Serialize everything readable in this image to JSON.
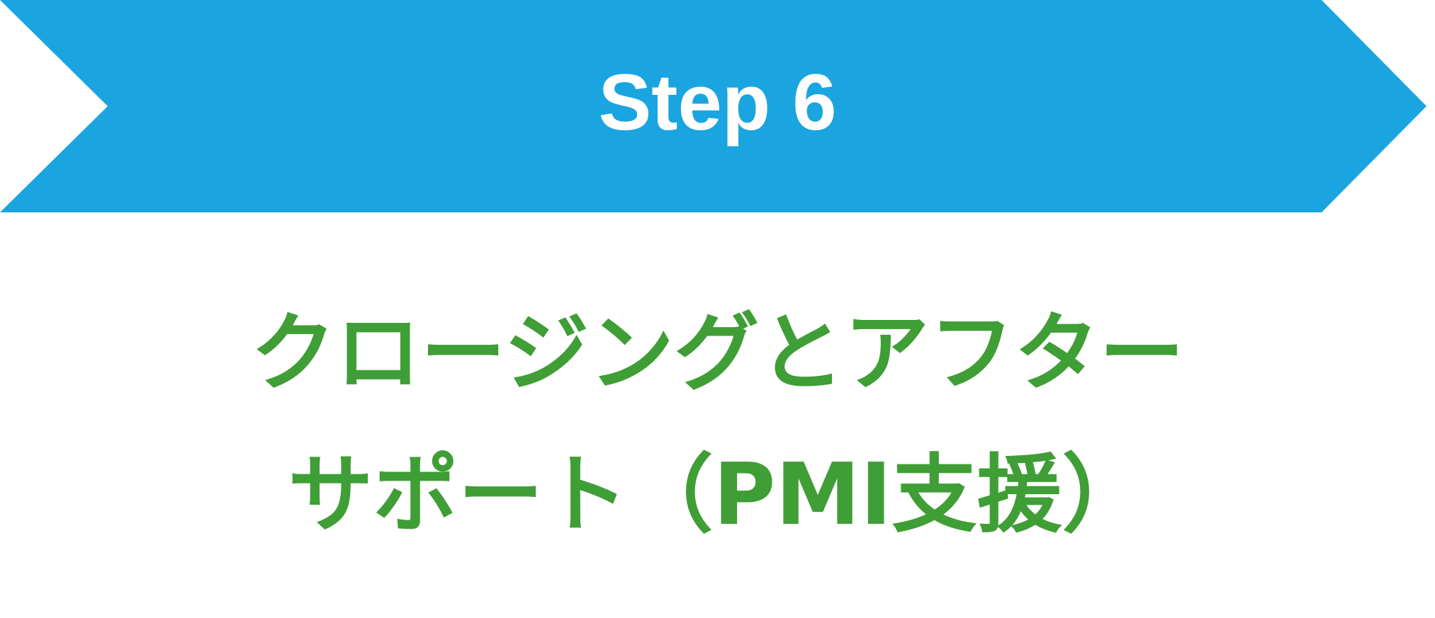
{
  "banner": {
    "step_label": "Step 6",
    "color": "#1ba5e0"
  },
  "title": {
    "line1": "クロージングとアフター",
    "line2": "サポート（PMI支援）",
    "color": "#3f9e35"
  }
}
